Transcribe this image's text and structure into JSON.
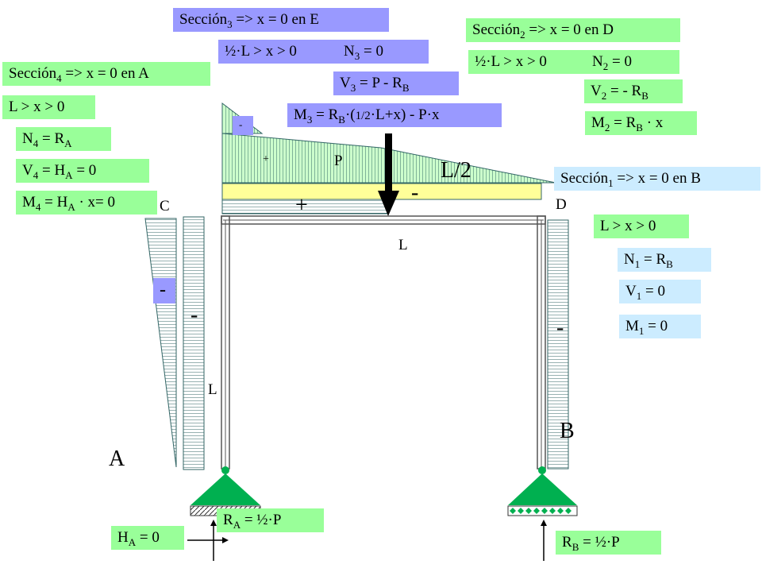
{
  "colors": {
    "label_green": "#99ff99",
    "label_violet": "#9999ff",
    "label_cyan": "#ccecff",
    "hatch_fill": "#ccffcc",
    "hatch_stroke": "#336666",
    "frame": "#666666",
    "support": "#00b050",
    "load_arrow": "#000000"
  },
  "points": {
    "A": "A",
    "B": "B",
    "C": "C",
    "D": "D"
  },
  "dims": {
    "top_span": "L",
    "column": "L",
    "half_span": "L/2"
  },
  "load": {
    "name": "P"
  },
  "signs": {
    "shear_top": "-",
    "moment_top_pos": "+",
    "normal_top": "-",
    "beam_plus": "+",
    "beam_minus": "-",
    "left_moment": "-",
    "left_normal": "-",
    "right_normal": "-"
  },
  "section1": {
    "title_pre": "Sección",
    "title_sub": "1",
    "title_post": " => x = 0 en B",
    "range": "L > x > 0",
    "n_pre": "N",
    "n_sub": "1",
    "n_mid": " = R",
    "n_sub2": "B",
    "v_pre": "V",
    "v_sub": "1",
    "v_post": " = 0",
    "m_pre": "M",
    "m_sub": "1",
    "m_post": " = 0"
  },
  "section2": {
    "title_pre": "Sección",
    "title_sub": "2",
    "title_post": " => x = 0 en D",
    "range": "½·L > x > 0",
    "n_pre": "N",
    "n_sub": "2",
    "n_post": " = 0",
    "v_pre": "V",
    "v_sub": "2",
    "v_mid": " = - R",
    "v_sub2": "B",
    "m_pre": "M",
    "m_sub": "2",
    "m_mid": " = R",
    "m_sub2": "B",
    "m_post": " · x"
  },
  "section3": {
    "title_pre": "Sección",
    "title_sub": "3",
    "title_post": " => x = 0 en E",
    "range": "½·L > x > 0",
    "n_pre": "N",
    "n_sub": "3",
    "n_post": " = 0",
    "v_pre": "V",
    "v_sub": "3",
    "v_mid": " = P - R",
    "v_sub2": "B",
    "m_pre": "M",
    "m_sub": "3",
    "m_mid": " = R",
    "m_sub2": "B",
    "m_open": "·(",
    "m_half": "1/2",
    "m_post": "·L+x) - P·x"
  },
  "section4": {
    "title_pre": "Sección",
    "title_sub": "4",
    "title_post": " => x = 0 en A",
    "range": "L > x > 0",
    "n_pre": "N",
    "n_sub": "4",
    "n_mid": " = R",
    "n_sub2": "A",
    "v_pre": "V",
    "v_sub": "4",
    "v_mid": " = H",
    "v_sub2": "A",
    "v_post": " = 0",
    "m_pre": "M",
    "m_sub": "4",
    "m_mid": " = H",
    "m_sub2": "A",
    "m_post": " · x= 0"
  },
  "reactions": {
    "ha_pre": "H",
    "ha_sub": "A",
    "ha_post": " = 0",
    "ra_pre": "R",
    "ra_sub": "A",
    "ra_post": " = ½·P",
    "rb_pre": "R",
    "rb_sub": "B",
    "rb_post": " = ½·P"
  }
}
